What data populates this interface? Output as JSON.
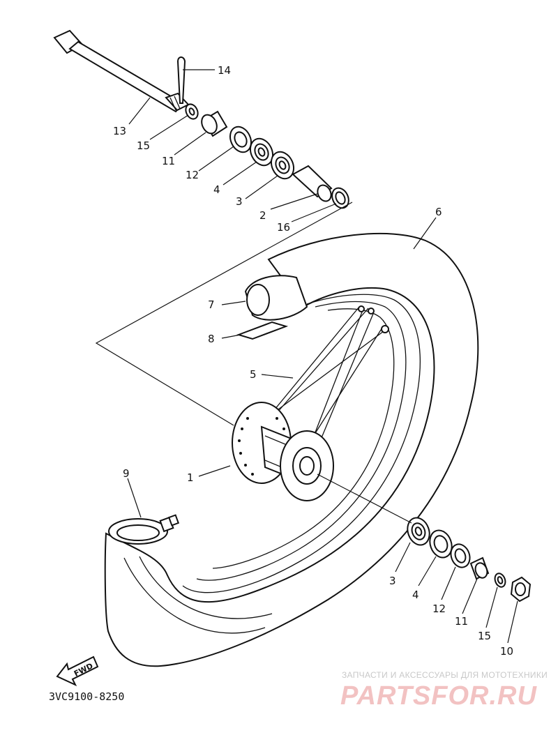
{
  "diagram": {
    "catalog_code": "3VC9100-8250",
    "fwd_label": "FWD",
    "callouts": [
      {
        "id": "14",
        "label": "14"
      },
      {
        "id": "13",
        "label": "13"
      },
      {
        "id": "15a",
        "label": "15"
      },
      {
        "id": "11a",
        "label": "11"
      },
      {
        "id": "12a",
        "label": "12"
      },
      {
        "id": "4a",
        "label": "4"
      },
      {
        "id": "3a",
        "label": "3"
      },
      {
        "id": "2",
        "label": "2"
      },
      {
        "id": "16",
        "label": "16"
      },
      {
        "id": "6",
        "label": "6"
      },
      {
        "id": "7",
        "label": "7"
      },
      {
        "id": "8",
        "label": "8"
      },
      {
        "id": "5",
        "label": "5"
      },
      {
        "id": "1",
        "label": "1"
      },
      {
        "id": "9",
        "label": "9"
      },
      {
        "id": "3b",
        "label": "3"
      },
      {
        "id": "4b",
        "label": "4"
      },
      {
        "id": "12b",
        "label": "12"
      },
      {
        "id": "11b",
        "label": "11"
      },
      {
        "id": "15b",
        "label": "15"
      },
      {
        "id": "10",
        "label": "10"
      }
    ]
  },
  "watermark": {
    "caption": "ЗАПЧАСТИ И АКСЕССУАРЫ ДЛЯ МОТОТЕХНИКИ",
    "logo": "PARTSFOR.RU",
    "logo_color": "#f2c2c2"
  }
}
